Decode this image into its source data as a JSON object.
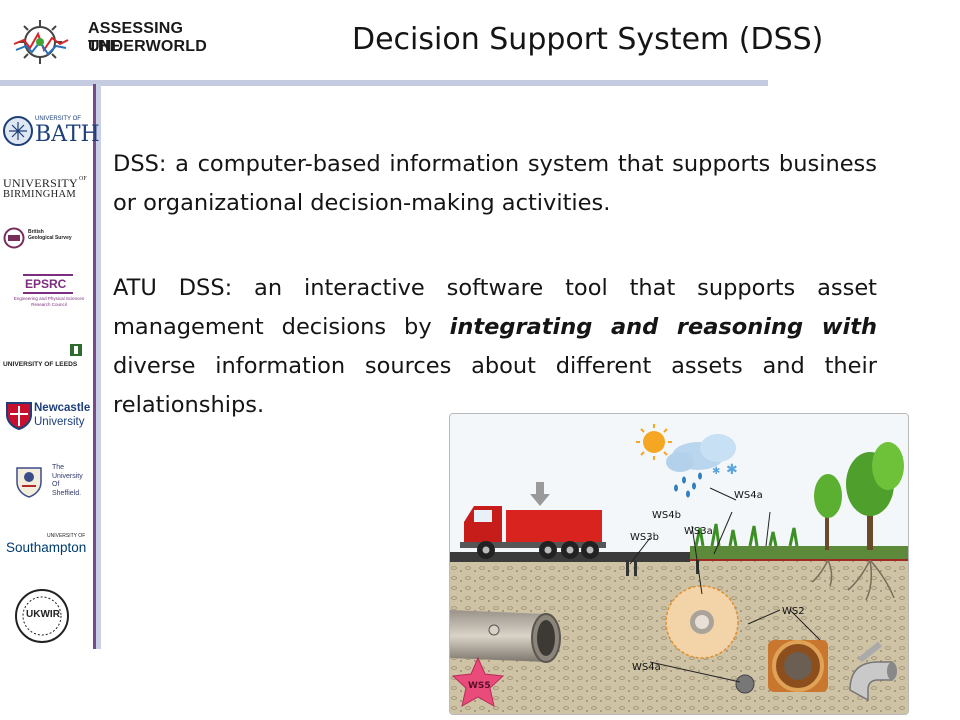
{
  "header": {
    "logo_line1": "ASSESSING THE",
    "logo_line2": "UNDERWORLD",
    "title": "Decision Support System (DSS)"
  },
  "partners": {
    "bath_top": "UNIVERSITY OF",
    "bath_main": "BATH",
    "birmingham_top": "UNIVERSITY",
    "birmingham_of": "OF",
    "birmingham_main": "BIRMINGHAM",
    "bgs_line1": "British",
    "bgs_line2": "Geological Survey",
    "epsrc_main": "EPSRC",
    "epsrc_sub1": "Engineering and Physical Sciences",
    "epsrc_sub2": "Research Council",
    "leeds": "UNIVERSITY OF LEEDS",
    "newcastle_1": "Newcastle",
    "newcastle_2": "University",
    "sheffield_1": "The",
    "sheffield_2": "University",
    "sheffield_3": "Of",
    "sheffield_4": "Sheffield.",
    "southampton_top": "UNIVERSITY OF",
    "southampton_main": "Southampton",
    "ukwir": "UKWIR"
  },
  "content": {
    "para1": "DSS: a computer-based information system that supports business or organizational decision-making activities.",
    "para2_before": "ATU DSS: an interactive software tool that supports asset management decisions by ",
    "para2_emphasis": "integrating and reasoning with",
    "para2_after": " diverse information sources about different assets and their relationships."
  },
  "figure": {
    "labels": {
      "ws4a_top": "WS4a",
      "ws4b": "WS4b",
      "ws3a": "WS3a",
      "ws3b": "WS3b",
      "ws2": "WS2",
      "ws4a_bottom": "WS4a",
      "ws5": "WS5"
    }
  },
  "colors": {
    "accent_bar": "#c5cbe1",
    "sidebar_edge": "#7a4a88",
    "truck_red": "#d9231f"
  }
}
